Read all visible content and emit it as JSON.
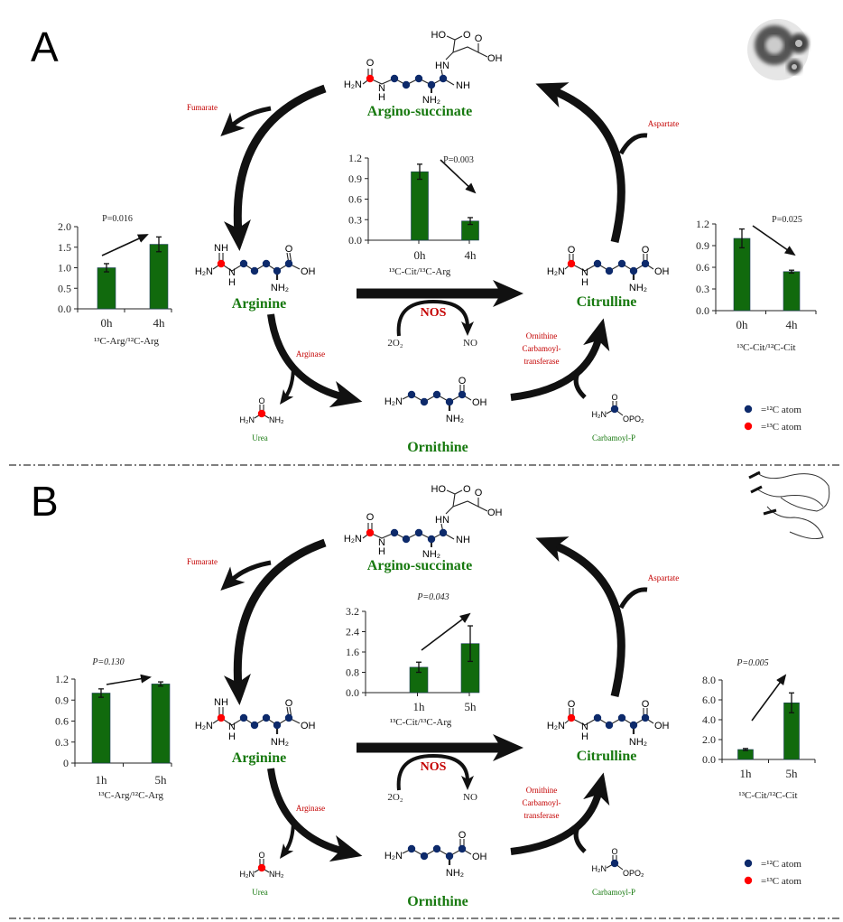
{
  "panels": [
    {
      "letter": "A"
    },
    {
      "letter": "B"
    }
  ],
  "pathway": {
    "argino_succinate": "Argino-succinate",
    "arginine": "Arginine",
    "citrulline": "Citrulline",
    "ornithine": "Ornithine",
    "urea": "Urea",
    "carbamoyl_p": "Carbamoyl-P",
    "fumarate": "Fumarate",
    "aspartate": "Aspartate",
    "arginase": "Arginase",
    "nos": "NOS",
    "o2": "2O₂",
    "no": "NO",
    "oct_line1": "Ornithine",
    "oct_line2": "Carbamoyl-",
    "oct_line3": "transferase"
  },
  "chem": {
    "h2n": "H₂N",
    "nh": "NH",
    "nh2": "NH₂",
    "n": "N",
    "h": "H",
    "o": "O",
    "oh": "OH",
    "ho": "HO",
    "hn": "HN",
    "opo2": "OPO₂"
  },
  "legend": {
    "c12": "=¹²C atom",
    "c13": "=¹³C atom"
  },
  "colors": {
    "bar": "#116a0d",
    "metabolite_text": "#17790f",
    "enzyme_text": "#c40000",
    "c12_atom": "#0d2a6b",
    "c13_atom": "#ff0000"
  },
  "chart_data": [
    {
      "type": "bar",
      "panel": "A",
      "categories": [
        "0h",
        "4h"
      ],
      "values": [
        1.0,
        1.57
      ],
      "errors": [
        0.1,
        0.18
      ],
      "xlabel": "¹³C-Arg/¹²C-Arg",
      "p_label": "P=0.016",
      "ylim": [
        0,
        2.0
      ],
      "yticks": [
        "0.0",
        "0.5",
        "1.0",
        "1.5",
        "2.0"
      ],
      "trend": "up"
    },
    {
      "type": "bar",
      "panel": "A",
      "categories": [
        "0h",
        "4h"
      ],
      "values": [
        1.0,
        0.28
      ],
      "errors": [
        0.11,
        0.05
      ],
      "xlabel": "¹³C-Cit/¹³C-Arg",
      "p_label": "P=0.003",
      "ylim": [
        0,
        1.2
      ],
      "yticks": [
        "0.0",
        "0.3",
        "0.6",
        "0.9",
        "1.2"
      ],
      "trend": "down"
    },
    {
      "type": "bar",
      "panel": "A",
      "categories": [
        "0h",
        "4h"
      ],
      "values": [
        1.0,
        0.54
      ],
      "errors": [
        0.13,
        0.02
      ],
      "xlabel": "¹³C-Cit/¹²C-Cit",
      "p_label": "P=0.025",
      "ylim": [
        0,
        1.2
      ],
      "yticks": [
        "0.0",
        "0.3",
        "0.6",
        "0.9",
        "1.2"
      ],
      "trend": "down"
    },
    {
      "type": "bar",
      "panel": "B",
      "categories": [
        "1h",
        "5h"
      ],
      "values": [
        1.0,
        1.13
      ],
      "errors": [
        0.06,
        0.03
      ],
      "xlabel": "¹³C-Arg/¹²C-Arg",
      "p_label": "P=0.130",
      "ylim": [
        0,
        1.2
      ],
      "yticks": [
        "0",
        "0.3",
        "0.6",
        "0.9",
        "1.2"
      ],
      "trend": "up"
    },
    {
      "type": "bar",
      "panel": "B",
      "categories": [
        "1h",
        "5h"
      ],
      "values": [
        1.0,
        1.93
      ],
      "errors": [
        0.2,
        0.7
      ],
      "xlabel": "¹³C-Cit/¹³C-Arg",
      "p_label": "P=0.043",
      "ylim": [
        0,
        3.2
      ],
      "yticks": [
        "0.0",
        "0.8",
        "1.6",
        "2.4",
        "3.2"
      ],
      "trend": "up"
    },
    {
      "type": "bar",
      "panel": "B",
      "categories": [
        "1h",
        "5h"
      ],
      "values": [
        1.0,
        5.7
      ],
      "errors": [
        0.1,
        1.0
      ],
      "xlabel": "¹³C-Cit/¹²C-Cit",
      "p_label": "P=0.005",
      "ylim": [
        0,
        8.0
      ],
      "yticks": [
        "0.0",
        "2.0",
        "4.0",
        "6.0",
        "8.0"
      ],
      "trend": "up"
    }
  ]
}
